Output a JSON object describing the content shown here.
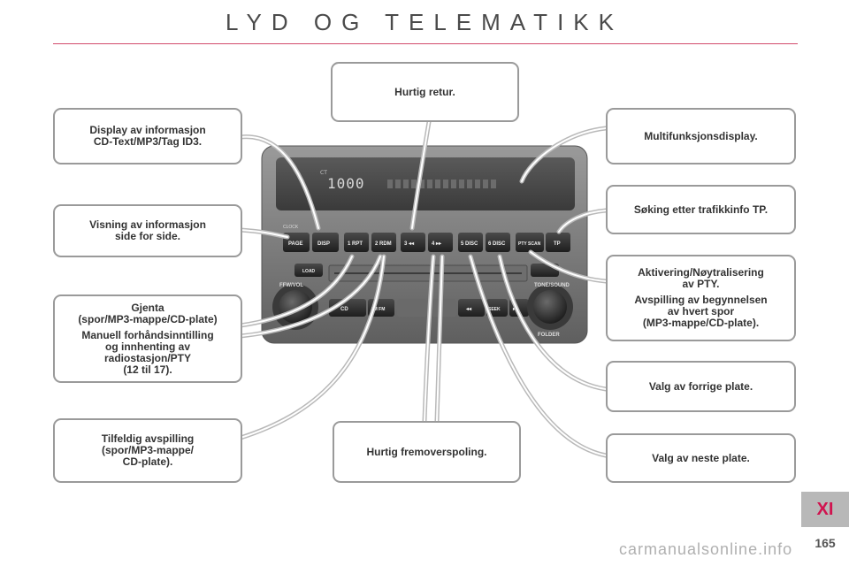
{
  "page": {
    "title": "LYD OG TELEMATIKK",
    "chapter_tab": "XI",
    "page_number": "165",
    "watermark": "carmanualsonline.info"
  },
  "callouts": {
    "hurtig_retur": [
      "Hurtig retur."
    ],
    "display_info": [
      "Display av informasjon",
      "CD-Text/MP3/Tag ID3."
    ],
    "multifunksjonsdisplay": [
      "Multifunksjonsdisplay."
    ],
    "visning_info": [
      "Visning av informasjon",
      "side for side."
    ],
    "soking_tp": [
      "Søking etter trafikkinfo TP."
    ],
    "aktivering_pty": [
      "Aktivering/Nøytralisering",
      "av PTY."
    ],
    "avspilling_spor": [
      "Avspilling av begynnelsen",
      "av hvert spor",
      "(MP3-mappe/CD-plate)."
    ],
    "gjenta": [
      "Gjenta",
      "(spor/MP3-mappe/CD-plate)"
    ],
    "manuell": [
      "Manuell forhåndsinntilling",
      "og innhenting av",
      "radiostasjon/PTY",
      "(12 til 17)."
    ],
    "valg_forrige": [
      "Valg av forrige plate."
    ],
    "tilfeldig": [
      "Tilfeldig avspilling",
      "(spor/MP3-mappe/",
      "CD-plate)."
    ],
    "hurtig_frem": [
      "Hurtig fremoverspoling."
    ],
    "valg_neste": [
      "Valg av neste plate."
    ]
  },
  "radio": {
    "display_clock": "1000",
    "display_ct": "CT",
    "labels": {
      "clock": "CLOCK",
      "page": "PAGE",
      "disp": "DISP",
      "b1": "1 RPT",
      "b2": "2 RDM",
      "b3": "3 ◂◂",
      "b4": "4 ▸▸",
      "b5": "5 DISC",
      "b6": "6 DISC",
      "pty": "PTY SCAN",
      "tp": "TP",
      "load": "LOAD",
      "cd": "CD",
      "am": "AM FM",
      "ffw": "FFW/VOL",
      "tone": "TONE/SOUND",
      "folder": "FOLDER",
      "prev": "◂◂",
      "seek": "SEEK",
      "next": "▸▸"
    }
  }
}
